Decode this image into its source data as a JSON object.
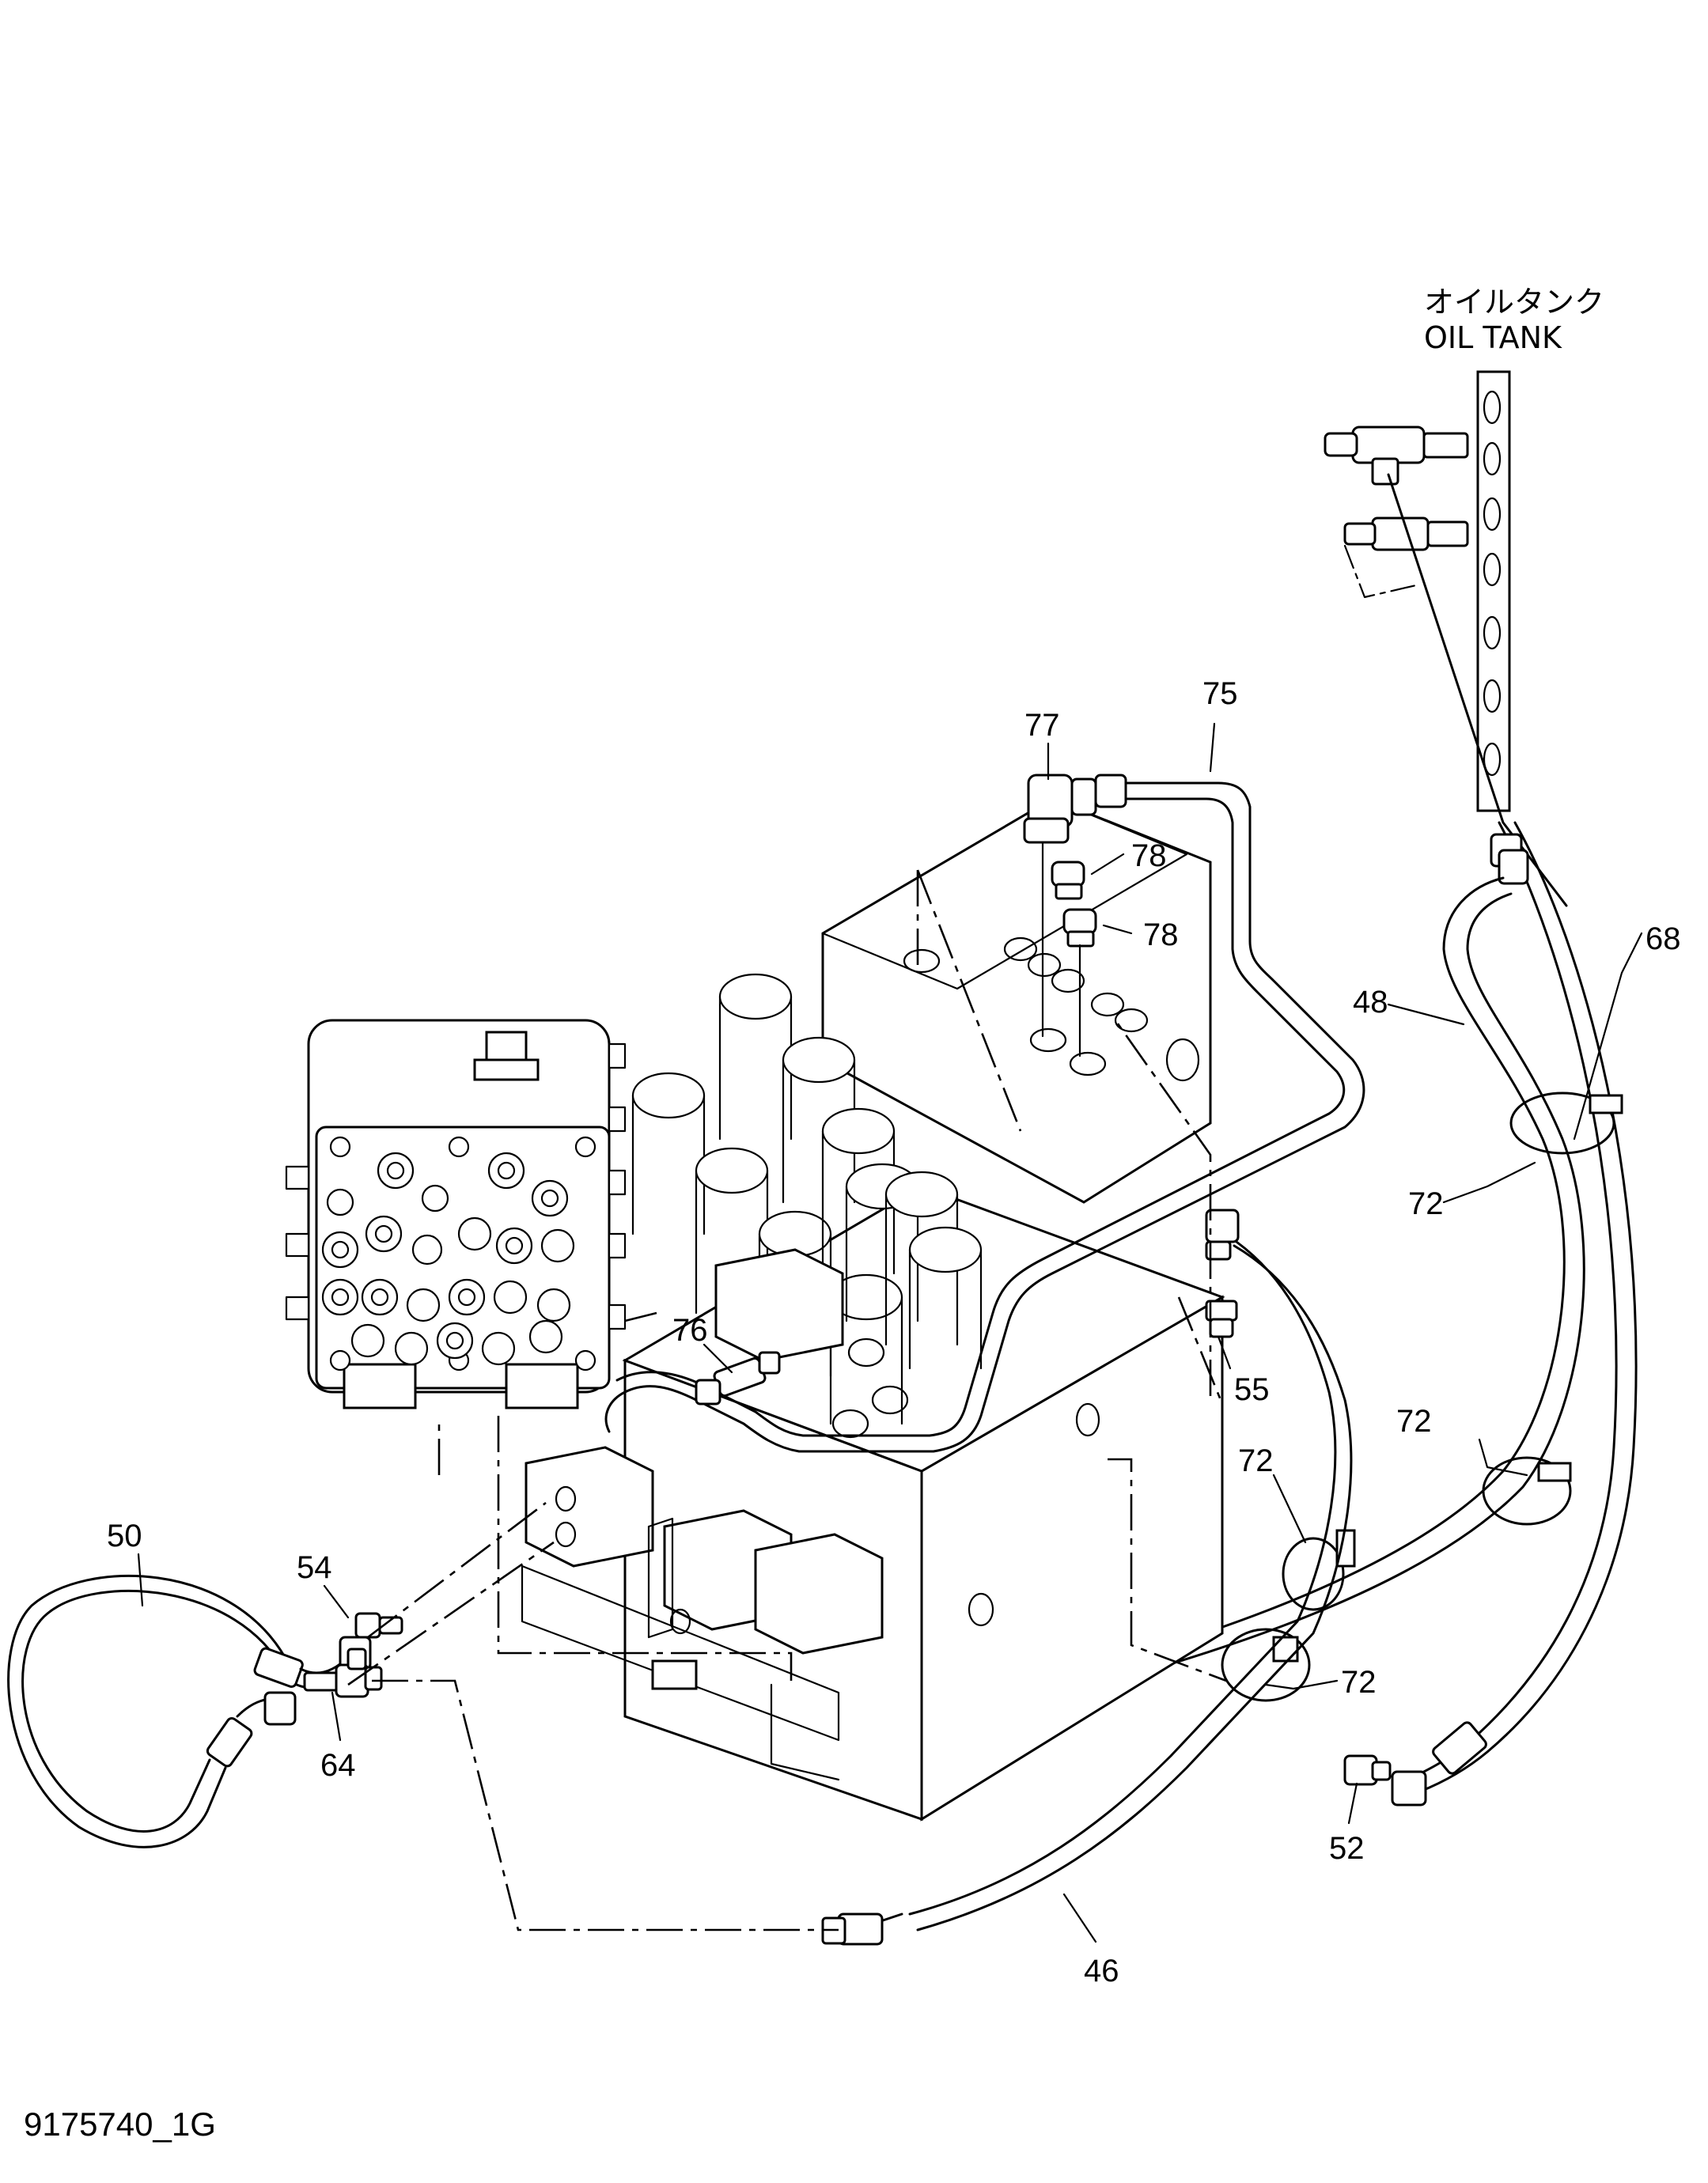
{
  "oil_tank_label": {
    "japanese": "オイルタンク",
    "english": "OIL  TANK"
  },
  "drawing_id": "9175740_1G",
  "callouts": {
    "c75": "75",
    "c77": "77",
    "c78a": "78",
    "c78b": "78",
    "c68": "68",
    "c48": "48",
    "c72a": "72",
    "c72b": "72",
    "c72c": "72",
    "c72d": "72",
    "c76": "76",
    "c55": "55",
    "c50": "50",
    "c54": "54",
    "c64": "64",
    "c52": "52",
    "c46": "46"
  }
}
